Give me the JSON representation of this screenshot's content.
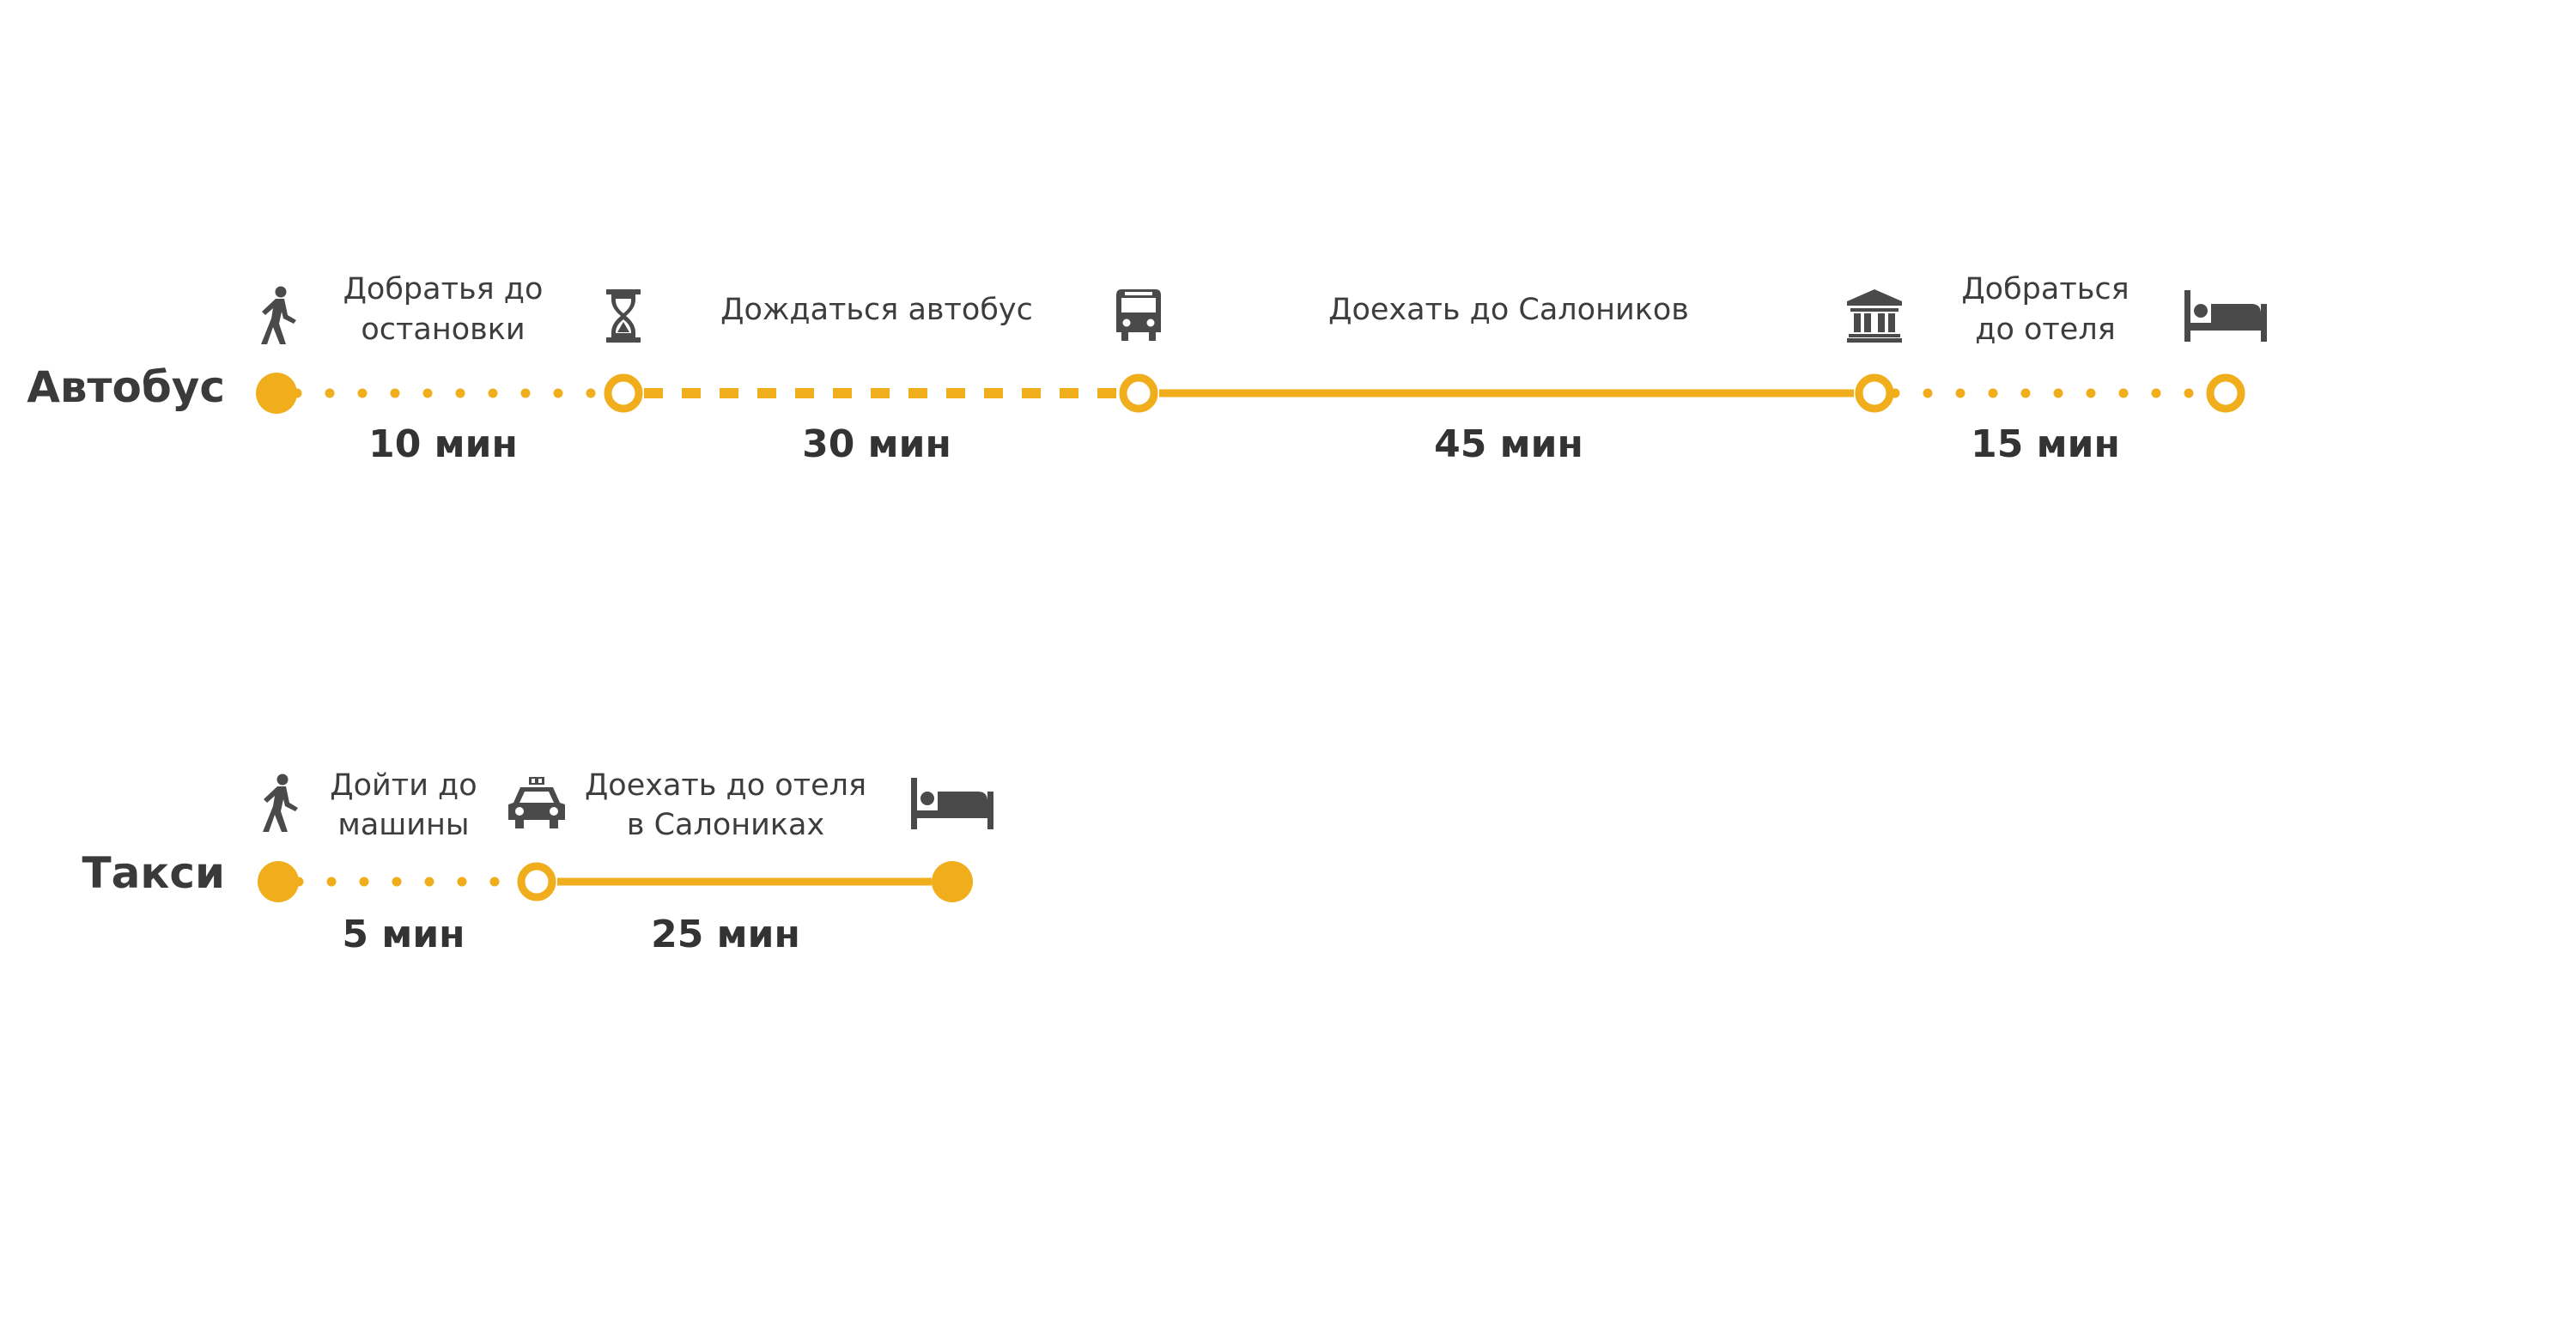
{
  "colors": {
    "accent": "#F0AD1C",
    "icon": "#4a4a4a",
    "text": "#3d3d3d"
  },
  "routes": [
    {
      "name": "Автобус",
      "segments": [
        {
          "line1": "Добратья до",
          "line2": "остановки",
          "duration": "10 мин",
          "style": "dotted",
          "icon": "walking-person-icon"
        },
        {
          "line1": "Дождаться  автобус",
          "line2": "",
          "duration": "30 мин",
          "style": "dashed",
          "icon": "hourglass-icon"
        },
        {
          "line1": "Доехать до Салоников",
          "line2": "",
          "duration": "45 мин",
          "style": "solid",
          "icon": "bus-icon"
        },
        {
          "line1": "Добраться",
          "line2": "до отеля",
          "duration": "15 мин",
          "style": "dotted",
          "icon": "bank-building-icon"
        }
      ],
      "end_icon": "hotel-bed-icon"
    },
    {
      "name": "Такси",
      "segments": [
        {
          "line1": "Дойти до",
          "line2": "машины",
          "duration": "5 мин",
          "style": "dotted",
          "icon": "walking-person-icon"
        },
        {
          "line1": "Доехать до отеля",
          "line2": "в Салониках",
          "duration": "25 мин",
          "style": "solid",
          "icon": "taxi-icon"
        }
      ],
      "end_icon": "hotel-bed-icon"
    }
  ]
}
